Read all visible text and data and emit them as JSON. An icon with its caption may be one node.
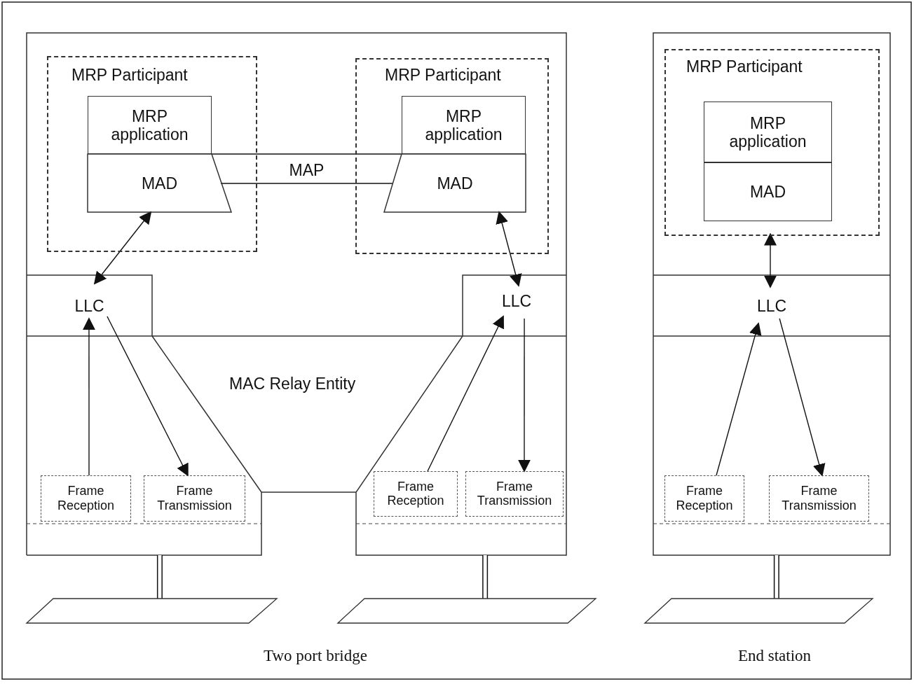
{
  "diagram": {
    "nodes": [
      {
        "text": [
          "MRP Participant"
        ]
      },
      {
        "text": [
          "MRP application"
        ],
        "in": 0
      },
      {
        "text": [
          "MAD"
        ],
        "in": 0
      },
      {
        "text": [
          "MRP Participant"
        ]
      },
      {
        "text": [
          "MRP application"
        ],
        "in": 3
      },
      {
        "text": [
          "MAD"
        ],
        "in": 3
      },
      {
        "text": [
          "LLC"
        ]
      },
      {
        "text": [
          "LLC"
        ]
      },
      {
        "text": [
          "MAC Relay Entity"
        ]
      },
      {
        "text": [
          "Frame Reception"
        ]
      },
      {
        "text": [
          "Frame Transmission"
        ]
      },
      {
        "text": [
          "Frame Reception"
        ]
      },
      {
        "text": [
          "Frame Transmission"
        ]
      },
      {
        "text": [
          "MRP Participant"
        ]
      },
      {
        "text": [
          "MRP application"
        ],
        "in": 13
      },
      {
        "text": [
          "MAD"
        ],
        "in": 13
      },
      {
        "text": [
          "LLC"
        ]
      },
      {
        "text": [
          "Frame Reception"
        ]
      },
      {
        "text": [
          "Frame Transmission"
        ]
      },
      {
        "text": [],
        "shape": "parallelogram"
      },
      {
        "text": [],
        "shape": "parallelogram"
      },
      {
        "text": [],
        "shape": "parallelogram"
      }
    ],
    "edges": [
      {
        "from": 1,
        "to": 4,
        "arrow": "none"
      },
      {
        "from": 2,
        "to": 5,
        "label": "MAP",
        "arrow": "none"
      },
      {
        "from": 6,
        "to": 2,
        "arrow": "both"
      },
      {
        "from": 7,
        "to": 5,
        "arrow": "both"
      },
      {
        "from": 16,
        "to": 13,
        "arrow": "both"
      },
      {
        "from": 9,
        "to": 6,
        "arrow": "to"
      },
      {
        "from": 6,
        "to": 10,
        "arrow": "to"
      },
      {
        "from": 11,
        "to": 7,
        "arrow": "to"
      },
      {
        "from": 7,
        "to": 12,
        "arrow": "to"
      },
      {
        "from": 17,
        "to": 16,
        "arrow": "to"
      },
      {
        "from": 16,
        "to": 18,
        "arrow": "to"
      },
      {
        "from": null,
        "to": 19,
        "arrow": "none",
        "style": "thick"
      },
      {
        "from": null,
        "to": 20,
        "arrow": "none",
        "style": "thick"
      },
      {
        "from": null,
        "to": 21,
        "arrow": "none",
        "style": "thick"
      }
    ],
    "labels": [
      "Two port bridge",
      "End station"
    ]
  }
}
